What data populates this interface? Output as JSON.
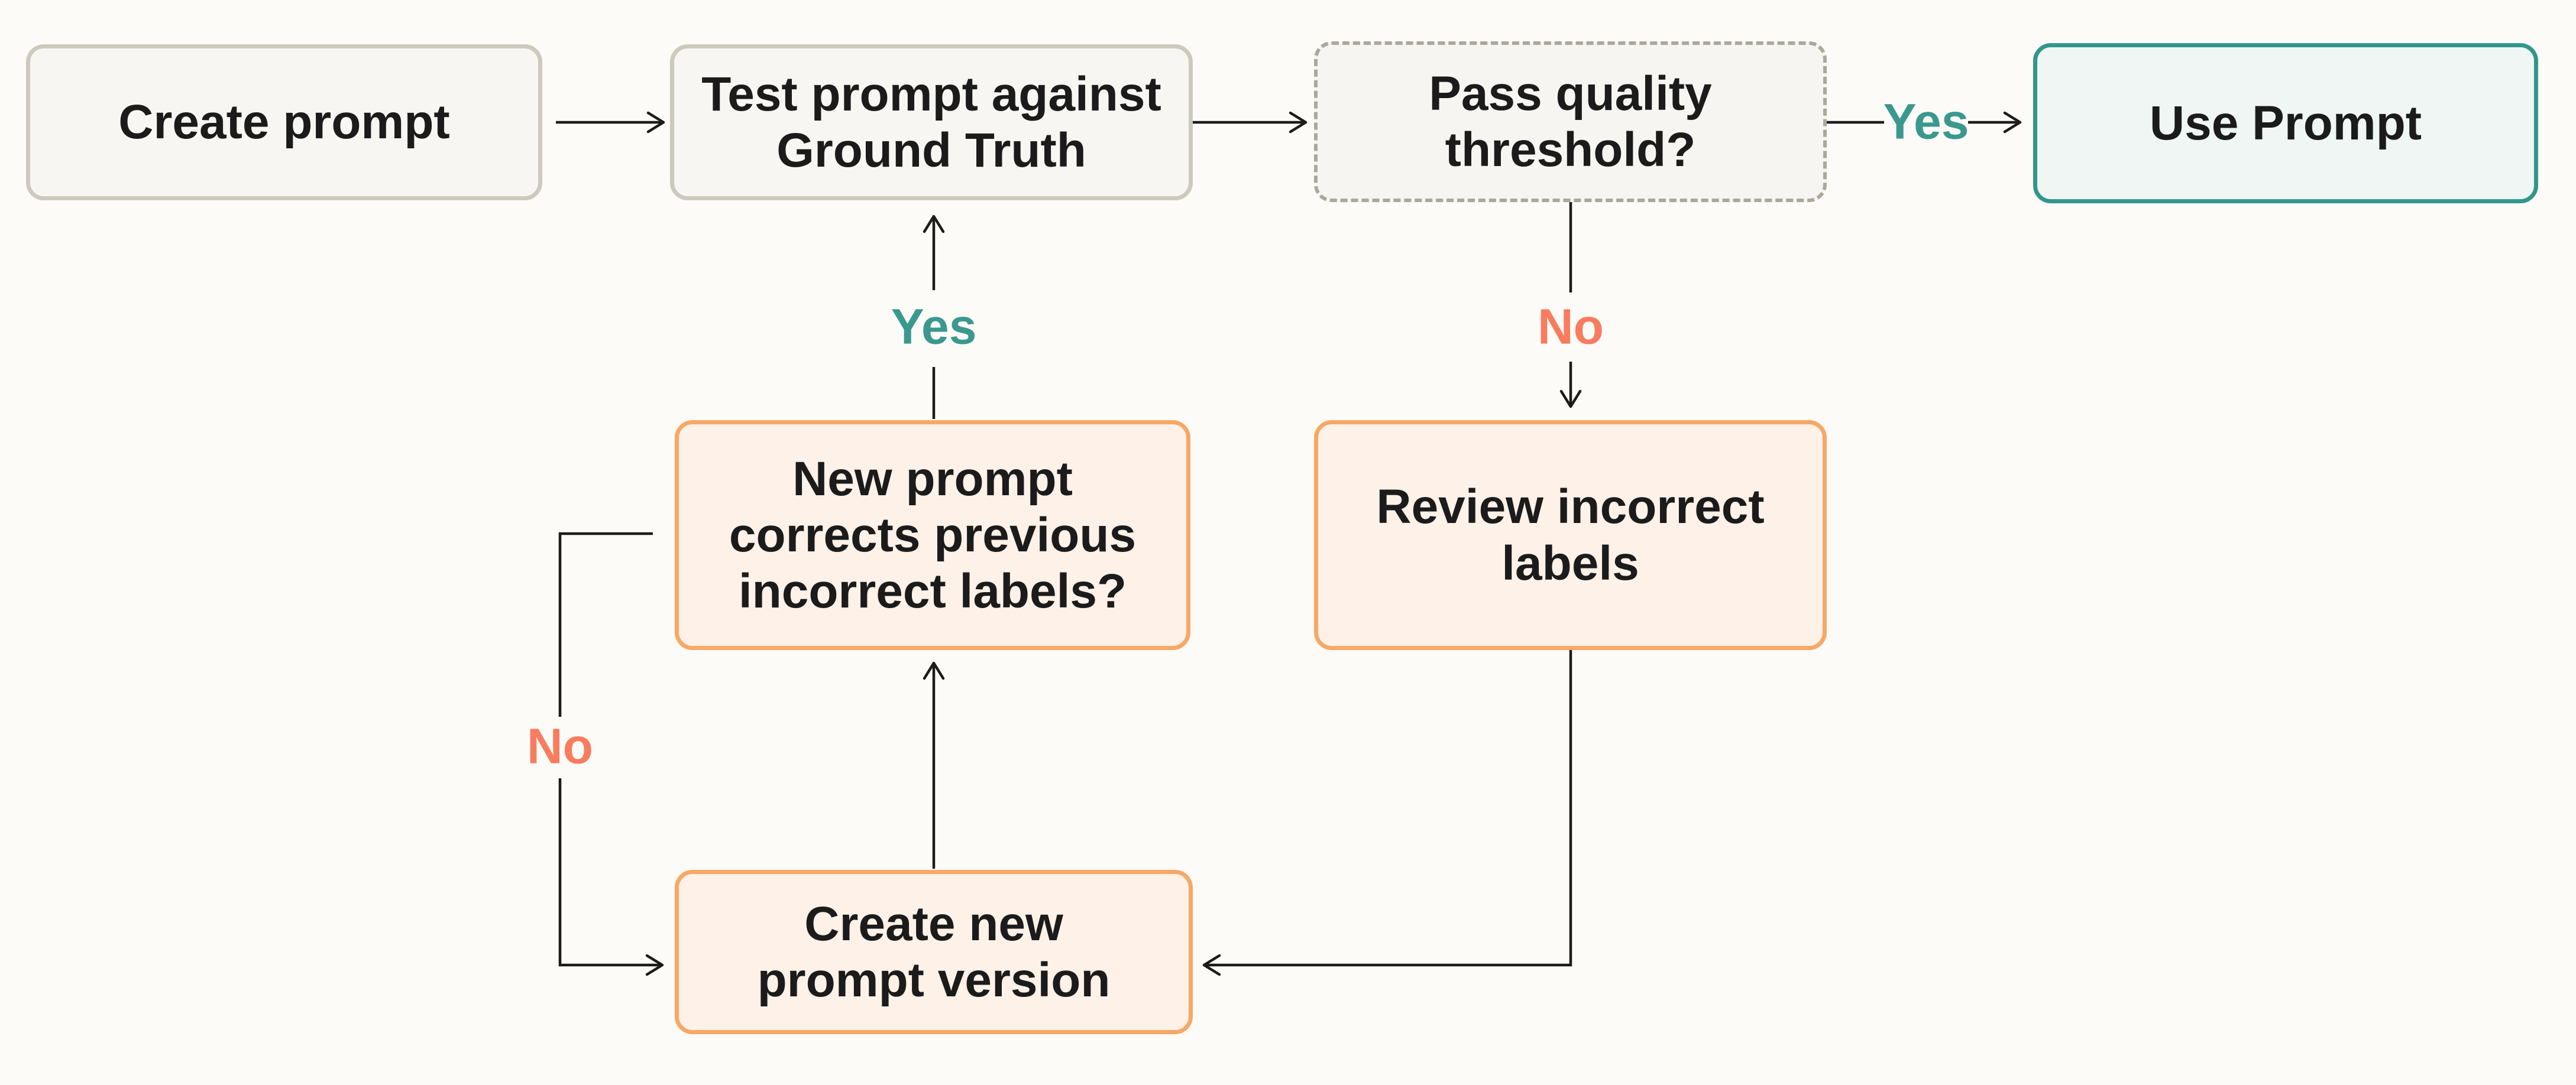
{
  "diagram": {
    "type": "flowchart",
    "background_color": "#FCFBF7",
    "ink_color": "#1B1B1B"
  },
  "colors": {
    "neutral_fill": "#F7F6F2",
    "neutral_border": "#CDC9BC",
    "dashed_border": "#ABA79B",
    "success_fill": "#EFF6F3",
    "success_border": "#31968C",
    "warning_fill": "#FDF1E8",
    "warning_border": "#F9A765",
    "yes_label_color": "#3A988F",
    "no_label_color": "#F97C5F"
  },
  "nodes": [
    {
      "id": "create-prompt",
      "label": "Create prompt",
      "variant": "neutral"
    },
    {
      "id": "test-prompt",
      "label": "Test prompt against\nGround Truth",
      "variant": "neutral"
    },
    {
      "id": "pass-quality-threshold",
      "label": "Pass quality\nthreshold?",
      "variant": "neutral-dashed"
    },
    {
      "id": "use-prompt",
      "label": "Use Prompt",
      "variant": "success"
    },
    {
      "id": "new-prompt-corrects",
      "label": "New prompt\ncorrects previous\nincorrect labels?",
      "variant": "warning"
    },
    {
      "id": "review-incorrect-labels",
      "label": "Review incorrect\nlabels",
      "variant": "warning"
    },
    {
      "id": "create-new-prompt-version",
      "label": "Create new\nprompt version",
      "variant": "warning"
    }
  ],
  "edge_labels": [
    {
      "id": "yes-to-use-prompt",
      "text": "Yes"
    },
    {
      "id": "yes-retest",
      "text": "Yes"
    },
    {
      "id": "no-to-review",
      "text": "No"
    },
    {
      "id": "no-new-version-loop",
      "text": "No"
    }
  ]
}
